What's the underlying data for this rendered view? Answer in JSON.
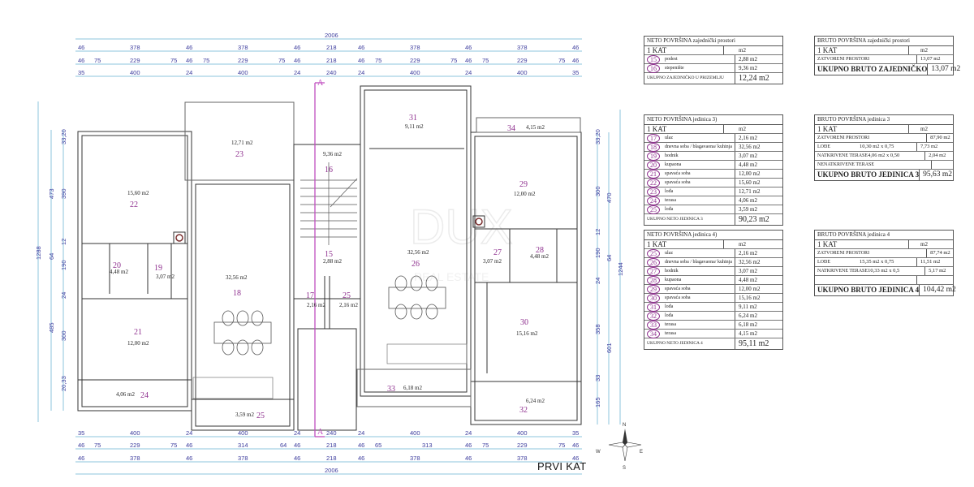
{
  "drawing": {
    "title": "PRVI KAT",
    "watermark": {
      "main": "DUX",
      "sub": "REAL ESTATE"
    },
    "section_marker": "A",
    "compass": {
      "n": "N",
      "e": "E",
      "s": "S",
      "w": "W"
    }
  },
  "dimensions": {
    "top_total": "2006",
    "top_row1": [
      "46",
      "378",
      "46",
      "378",
      "46",
      "218",
      "46",
      "378",
      "46",
      "378",
      "46"
    ],
    "top_row2": [
      "46",
      "75",
      "229",
      "75",
      "46",
      "75",
      "229",
      "75",
      "46",
      "218",
      "46",
      "75",
      "229",
      "75",
      "46",
      "75",
      "229",
      "75",
      "46"
    ],
    "top_row3": [
      "35",
      "400",
      "24",
      "400",
      "24",
      "240",
      "24",
      "400",
      "24",
      "400",
      "35"
    ],
    "bottom_row1": [
      "35",
      "400",
      "24",
      "400",
      "24",
      "240",
      "24",
      "400",
      "24",
      "400",
      "35"
    ],
    "bottom_row2": [
      "46",
      "75",
      "229",
      "75",
      "46",
      "314",
      "64",
      "46",
      "218",
      "46",
      "65",
      "313",
      "46",
      "75",
      "229",
      "75",
      "46"
    ],
    "bottom_row3": [
      "46",
      "378",
      "46",
      "378",
      "46",
      "218",
      "46",
      "378",
      "46",
      "378",
      "46"
    ],
    "bottom_total": "2006",
    "left_total": "1288",
    "left_mid": [
      "473",
      "64",
      "485"
    ],
    "left_inner": [
      "33",
      "20",
      "390",
      "12",
      "190",
      "24",
      "300",
      "20",
      "33"
    ],
    "right_total": "1244",
    "right_mid": [
      "470",
      "64",
      "601"
    ],
    "right_inner": [
      "33",
      "20",
      "300",
      "12",
      "190",
      "24",
      "358",
      "33",
      "165"
    ]
  },
  "rooms": [
    {
      "num": "15",
      "area": "2,88 m2"
    },
    {
      "num": "16",
      "area": "9,36 m2"
    },
    {
      "num": "17",
      "area": "2,16 m2"
    },
    {
      "num": "18",
      "area": "32,56 m2"
    },
    {
      "num": "19",
      "area": "3,07 m2"
    },
    {
      "num": "20",
      "area": "4,48 m2"
    },
    {
      "num": "21",
      "area": "12,00 m2"
    },
    {
      "num": "22",
      "area": "15,60 m2"
    },
    {
      "num": "23",
      "area": "12,71 m2"
    },
    {
      "num": "24",
      "area": "4,06 m2"
    },
    {
      "num": "25",
      "area": "3,59 m2"
    },
    {
      "num": "25",
      "area": "2,16 m2"
    },
    {
      "num": "26",
      "area": "32,56 m2"
    },
    {
      "num": "27",
      "area": "3,07 m2"
    },
    {
      "num": "28",
      "area": "4,48 m2"
    },
    {
      "num": "29",
      "area": "12,00 m2"
    },
    {
      "num": "30",
      "area": "15,16 m2"
    },
    {
      "num": "31",
      "area": "9,11 m2"
    },
    {
      "num": "32",
      "area": "6,24 m2"
    },
    {
      "num": "33",
      "area": "6,18 m2"
    },
    {
      "num": "34",
      "area": "4,15 m2"
    }
  ],
  "tables": {
    "neto_common": {
      "title": "NETO POVRŠINA   zajednički prostori",
      "floor": "1 KAT",
      "unit": "m2",
      "rows": [
        {
          "num": "15",
          "name": "podest",
          "value": "2,88 m2"
        },
        {
          "num": "16",
          "name": "stepenište",
          "value": "9,36 m2"
        }
      ],
      "total_label": "UKUPNO ZAJEDNIČKO U PRIZEMLJU",
      "total_value": "12,24 m2"
    },
    "neto_unit3": {
      "title": "NETO POVRŠINA   jedinica 3)",
      "floor": "1 KAT",
      "unit": "m2",
      "rows": [
        {
          "num": "17",
          "name": "ulaz",
          "value": "2,16 m2"
        },
        {
          "num": "18",
          "name": "dnevna soba / blagavaona/ kuhinja",
          "value": "32,56 m2"
        },
        {
          "num": "19",
          "name": "hodnik",
          "value": "3,07 m2"
        },
        {
          "num": "20",
          "name": "kupaona",
          "value": "4,48 m2"
        },
        {
          "num": "21",
          "name": "spavaća soba",
          "value": "12,00 m2"
        },
        {
          "num": "22",
          "name": "spavaća soba",
          "value": "15,60 m2"
        },
        {
          "num": "23",
          "name": "lođa",
          "value": "12,71 m2"
        },
        {
          "num": "24",
          "name": "terasa",
          "value": "4,06 m2"
        },
        {
          "num": "25",
          "name": "lođa",
          "value": "3,59 m2"
        }
      ],
      "total_label": "UKUPNO NETO  JEDINICA 3",
      "total_value": "90,23 m2"
    },
    "neto_unit4": {
      "title": "NETO POVRŠINA   jedinica 4)",
      "floor": "1 KAT",
      "unit": "m2",
      "rows": [
        {
          "num": "25",
          "name": "ulaz",
          "value": "2,16 m2"
        },
        {
          "num": "26",
          "name": "dnevna soba / blagavaona/ kuhinja",
          "value": "32,56 m2"
        },
        {
          "num": "27",
          "name": "hodnik",
          "value": "3,07 m2"
        },
        {
          "num": "28",
          "name": "kupaona",
          "value": "4,48 m2"
        },
        {
          "num": "29",
          "name": "spavaća soba",
          "value": "12,00 m2"
        },
        {
          "num": "30",
          "name": "spavaća soba",
          "value": "15,16 m2"
        },
        {
          "num": "31",
          "name": "lođa",
          "value": "9,11 m2"
        },
        {
          "num": "32",
          "name": "lođa",
          "value": "6,24 m2"
        },
        {
          "num": "33",
          "name": "terasa",
          "value": "6,18 m2"
        },
        {
          "num": "34",
          "name": "terasa",
          "value": "4,15 m2"
        }
      ],
      "total_label": "UKUPNO NETO  JEDINICA 4",
      "total_value": "95,11 m2"
    },
    "bruto_common": {
      "title": "BRUTO POVRŠINA zajednički prostori",
      "floor": "1 KAT",
      "unit": "m2",
      "rows": [
        {
          "label": "ZATVORENI PROSTORI",
          "calc": "",
          "value": "13,07 m2"
        }
      ],
      "total_label": "UKUPNO BRUTO  ZAJEDNIČKO",
      "total_value": "13,07 m2"
    },
    "bruto_unit3": {
      "title": "BRUTO POVRŠINA jedinica 3",
      "floor": "1 KAT",
      "unit": "m2",
      "rows": [
        {
          "label": "ZATVORENI PROSTORI",
          "calc": "",
          "value": "87,90 m2"
        },
        {
          "label": "LOĐE",
          "calc": "10,30 m2 x 0,75",
          "value": "7,73 m2"
        },
        {
          "label": "NATKRIVENE TERASE",
          "calc": "4,06 m2 x 0,50",
          "value": "2,04 m2"
        },
        {
          "label": "NENATKRIVENE TERASE",
          "calc": "",
          "value": ""
        }
      ],
      "total_label": "UKUPNO BRUTO  JEDINICA 3",
      "total_value": "95,63 m2"
    },
    "bruto_unit4": {
      "title": "BRUTO POVRŠINA jedinica 4",
      "floor": "1 KAT",
      "unit": "m2",
      "rows": [
        {
          "label": "ZATVORENI PROSTORI",
          "calc": "",
          "value": "87,74 m2"
        },
        {
          "label": "LOĐE",
          "calc": "15,35 m2 x 0,75",
          "value": "11,51 m2"
        },
        {
          "label": "NATKRIVENE TERASE",
          "calc": "10,33 m2 x 0,5",
          "value": "5,17 m2"
        },
        {
          "label": "",
          "calc": "",
          "value": ""
        }
      ],
      "total_label": "UKUPNO BRUTO  JEDINICA 4",
      "total_value": "104,42 m2"
    }
  }
}
